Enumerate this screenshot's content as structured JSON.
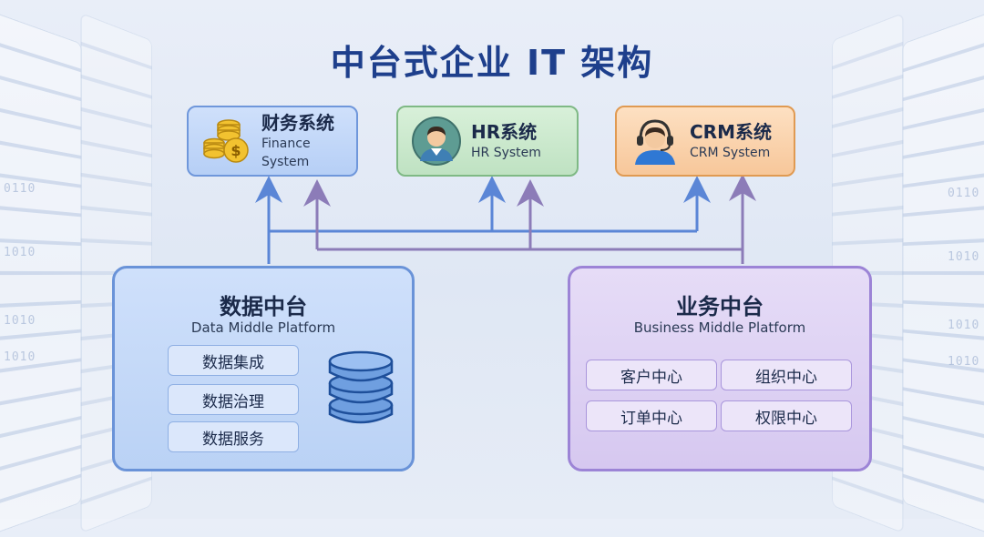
{
  "title": "中台式企业 IT 架构",
  "systems": [
    {
      "cn": "财务系统",
      "en": "Finance System",
      "icon": "coins-icon"
    },
    {
      "cn": "HR系统",
      "en": "HR System",
      "icon": "person-icon"
    },
    {
      "cn": "CRM系统",
      "en": "CRM System",
      "icon": "headset-icon"
    }
  ],
  "data_platform": {
    "cn": "数据中台",
    "en": "Data Middle Platform",
    "items": [
      "数据集成",
      "数据治理",
      "数据服务"
    ],
    "icon": "database-icon"
  },
  "business_platform": {
    "cn": "业务中台",
    "en": "Business Middle Platform",
    "items": [
      "客户中心",
      "组织中心",
      "订单中心",
      "权限中心"
    ]
  },
  "background": {
    "bits": [
      "0110",
      "1010",
      "1010",
      "1010",
      "0110",
      "1010",
      "1010",
      "1010"
    ]
  },
  "colors": {
    "title": "#1e3f8c",
    "data_link": "#5b86d6",
    "business_link": "#8c7cb8",
    "finance": "#b6cff6",
    "hr": "#bfe2c2",
    "crm": "#f7c79a"
  }
}
